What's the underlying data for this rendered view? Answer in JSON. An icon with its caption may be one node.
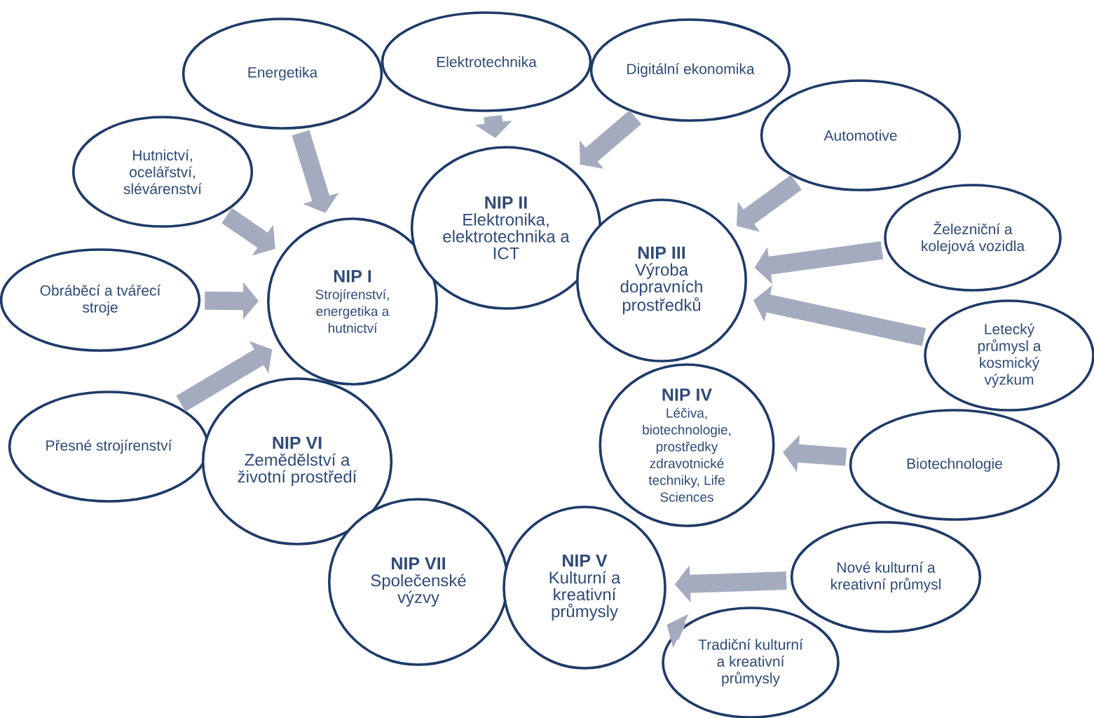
{
  "diagram": {
    "nodes": [
      {
        "text": [
          "Energetika"
        ]
      },
      {
        "text": [
          "Hutnictví, ocelářství, slévárenství"
        ]
      },
      {
        "text": [
          "Obráběcí a tvářecí stroje"
        ]
      },
      {
        "text": [
          "Přesné strojírenství"
        ]
      },
      {
        "text": [
          "NIP I",
          "Strojírenství, energetika a hutnictví"
        ]
      },
      {
        "text": [
          "Elektrotechnika"
        ]
      },
      {
        "text": [
          "Digitální ekonomika"
        ]
      },
      {
        "text": [
          "NIP II",
          "Elektronika, elektrotechnika a ICT"
        ]
      },
      {
        "text": [
          "Automotive"
        ]
      },
      {
        "text": [
          "Železniční a kolejová vozidla"
        ]
      },
      {
        "text": [
          "NIP III",
          "Výroba dopravních prostředků"
        ]
      },
      {
        "text": [
          "Letecký průmysl a kosmický výzkum"
        ]
      },
      {
        "text": [
          "NIP IV",
          "Léčiva, biotechnologie, prostředky zdravotnické techniky, Life Sciences"
        ]
      },
      {
        "text": [
          "Biotechnologie"
        ]
      },
      {
        "text": [
          "NIP VI",
          "Zemědělství a životní prostředí"
        ]
      },
      {
        "text": [
          "NIP VII",
          "Společenské výzvy"
        ]
      },
      {
        "text": [
          "NIP V",
          "Kulturní a kreativní průmysly"
        ]
      },
      {
        "text": [
          "Nové kulturní a kreativní průmysl"
        ]
      },
      {
        "text": [
          "Tradiční kulturní a kreativní průmysly"
        ]
      }
    ],
    "edges": [
      {
        "from": 0,
        "to": 4,
        "arrow": "to"
      },
      {
        "from": 1,
        "to": 4,
        "arrow": "to"
      },
      {
        "from": 2,
        "to": 4,
        "arrow": "to"
      },
      {
        "from": 3,
        "to": 4,
        "arrow": "to"
      },
      {
        "from": 5,
        "to": 7,
        "arrow": "to"
      },
      {
        "from": 6,
        "to": 7,
        "arrow": "to"
      },
      {
        "from": 8,
        "to": 10,
        "arrow": "to"
      },
      {
        "from": 9,
        "to": 10,
        "arrow": "to"
      },
      {
        "from": 11,
        "to": 10,
        "arrow": "to"
      },
      {
        "from": 13,
        "to": 12,
        "arrow": "to"
      },
      {
        "from": 17,
        "to": 16,
        "arrow": "to"
      },
      {
        "from": 18,
        "to": 16,
        "arrow": "to"
      }
    ]
  }
}
